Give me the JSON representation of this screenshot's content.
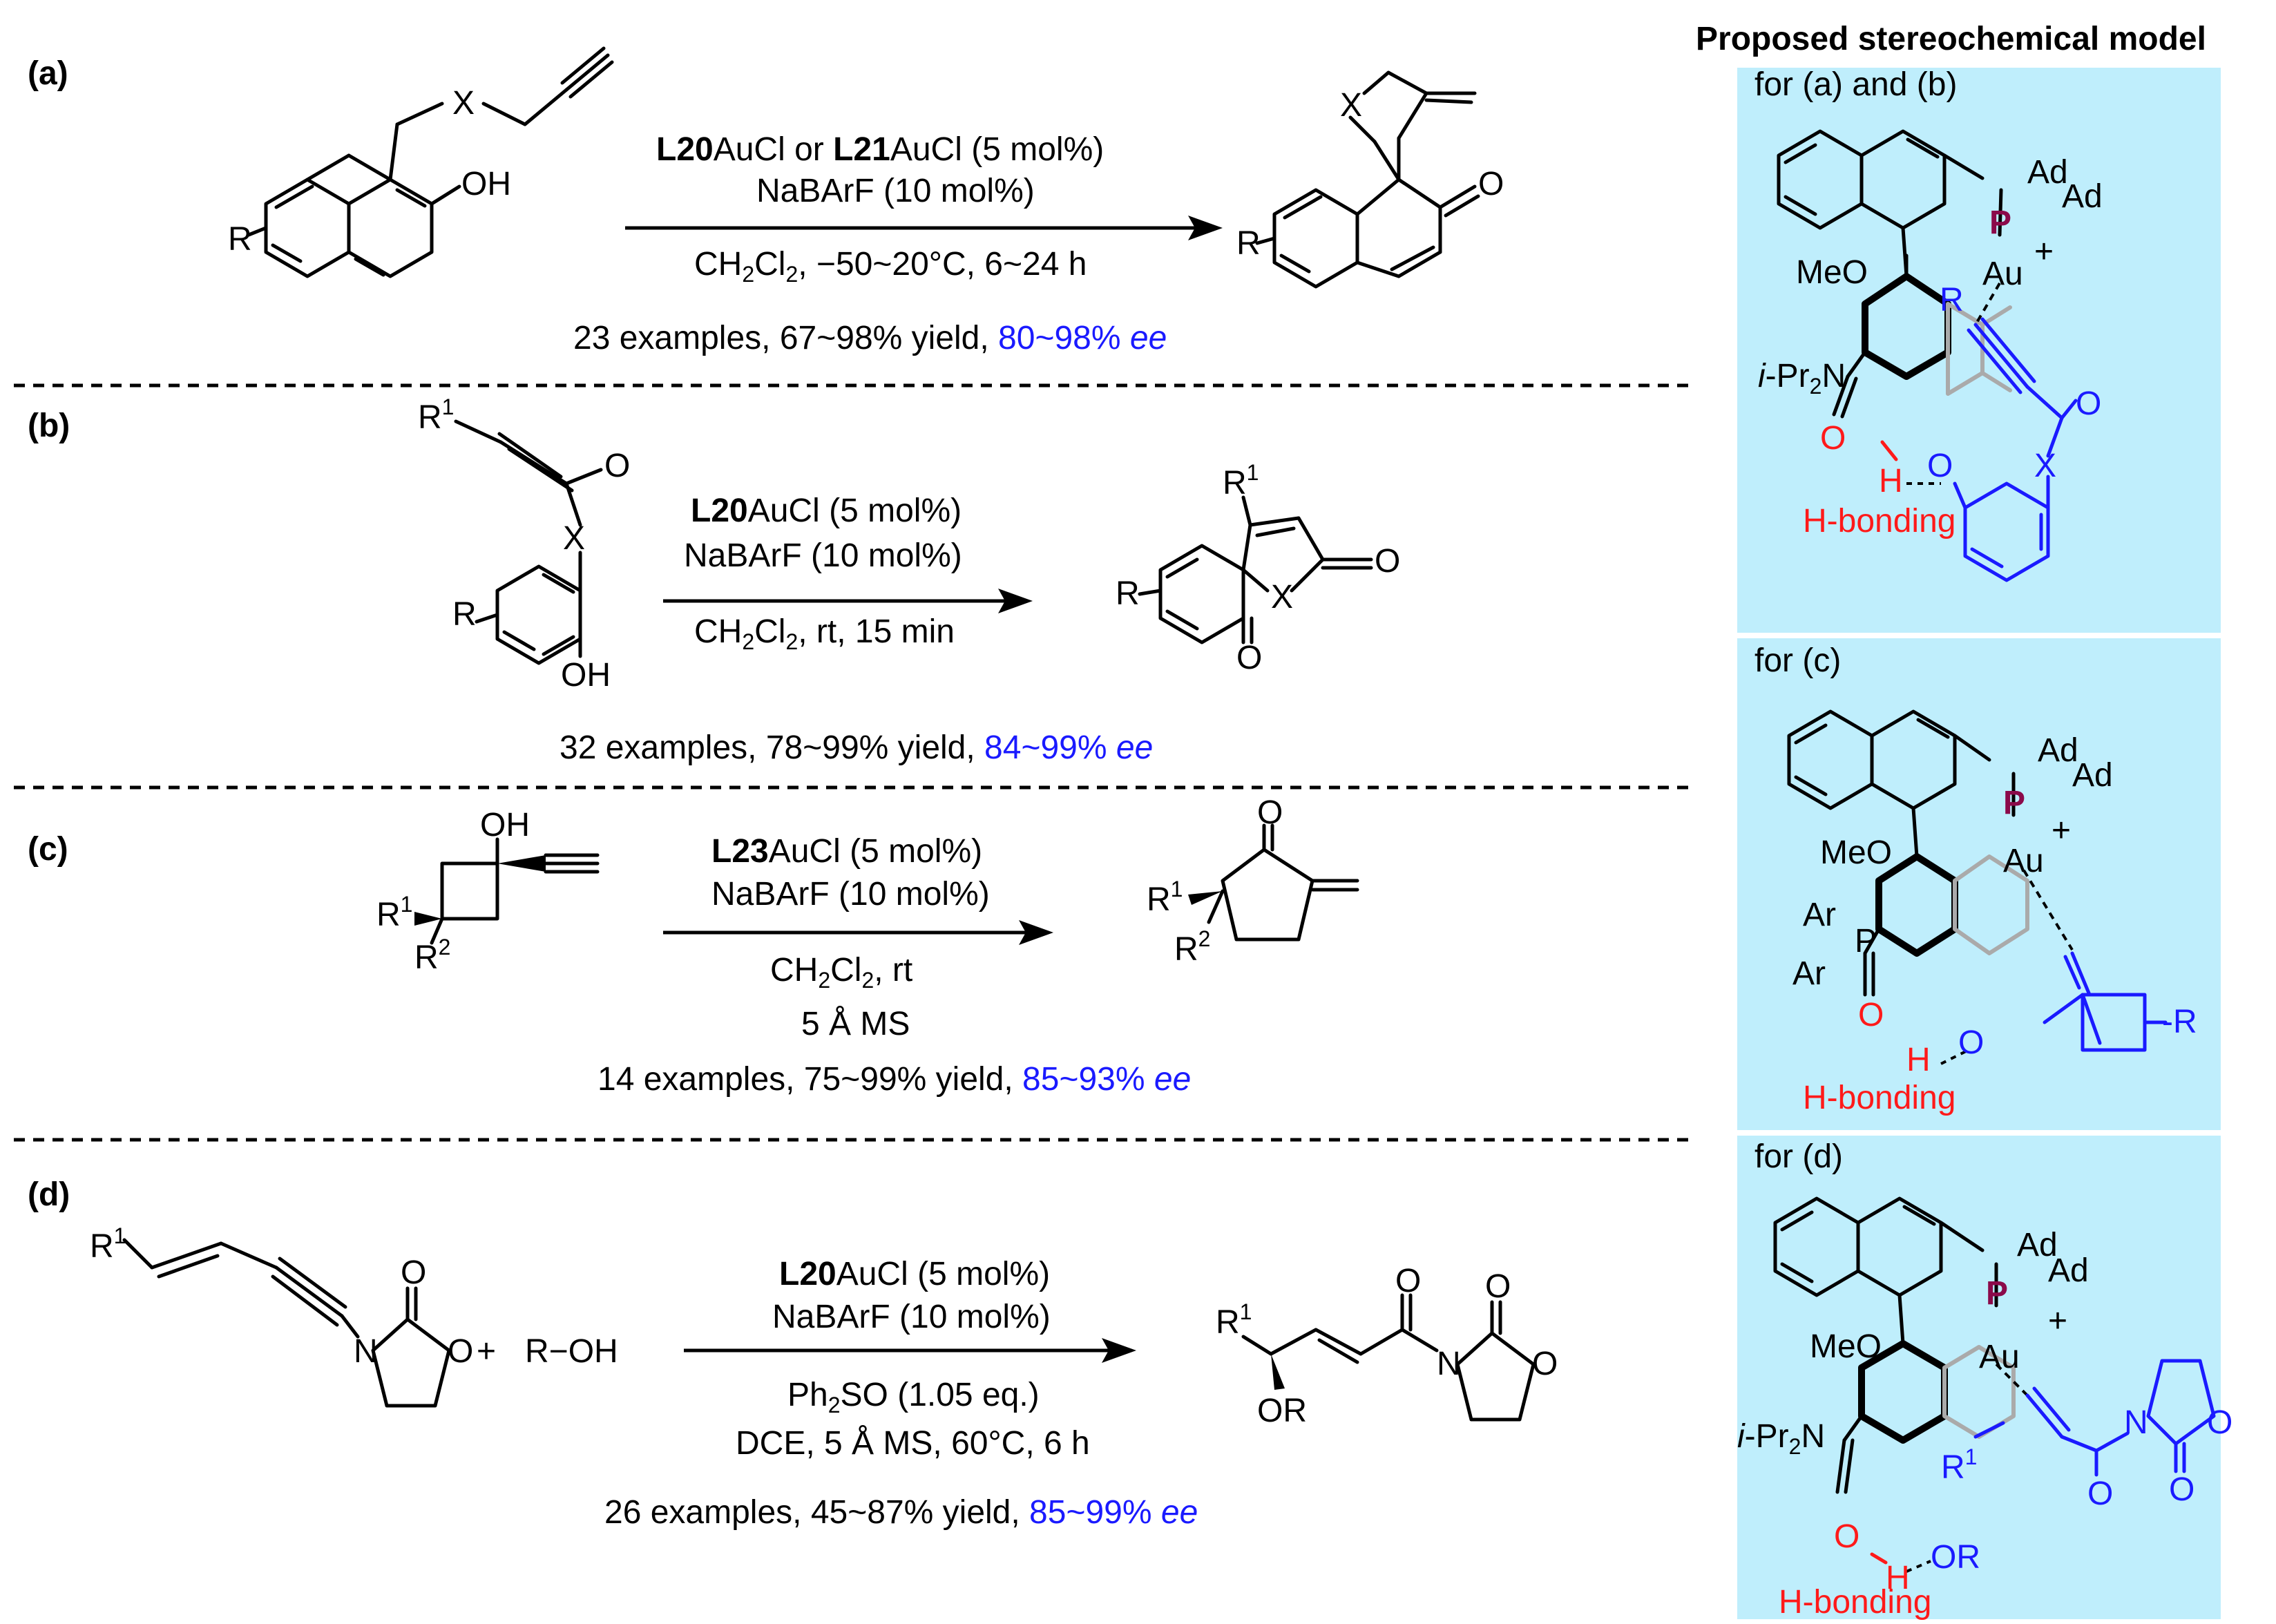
{
  "model_title": "Proposed stereochemical model",
  "panels": {
    "a": {
      "label": "(a)",
      "reagent_ligand_1": "L20",
      "reagent_mid": "AuCl or ",
      "reagent_ligand_2": "L21",
      "reagent_tail": "AuCl (5 mol%)",
      "additive": "NaBArF (10 mol%)",
      "cond_prefix": "CH",
      "cond_sub": "2",
      "cond_mid": "Cl",
      "cond_sub2": "2",
      "cond_tail": ", −50~20°C, 6~24 h",
      "result_text": "23 examples, 67~98% yield, ",
      "result_ee": "80~98% ",
      "ee": "ee"
    },
    "b": {
      "label": "(b)",
      "reagent_ligand": "L20",
      "reagent_tail": "AuCl (5 mol%)",
      "additive": "NaBArF (10 mol%)",
      "cond_tail": ", rt, 15 min",
      "result_text": "32 examples, 78~99% yield, ",
      "result_ee": "84~99% ",
      "ee": "ee"
    },
    "c": {
      "label": "(c)",
      "reagent_ligand": "L23",
      "reagent_tail": "AuCl (5 mol%)",
      "additive": "NaBArF (10 mol%)",
      "cond_tail": ", rt",
      "sieves": "5 Å MS",
      "result_text": "14 examples, 75~99% yield, ",
      "result_ee": "85~93% ",
      "ee": "ee"
    },
    "d": {
      "label": "(d)",
      "reagent_ligand": "L20",
      "reagent_tail": "AuCl (5 mol%)",
      "additive": "NaBArF (10 mol%)",
      "plus": "+",
      "alcohol": "R−OH",
      "oxidant": "Ph",
      "oxidant_sub": "2",
      "oxidant_tail": "SO (1.05 eq.)",
      "cond2": "DCE, 5 Å MS, 60°C, 6 h",
      "result_text": "26 examples, 45~87% yield, ",
      "result_ee": "85~99% ",
      "ee": "ee"
    }
  },
  "atoms": {
    "X": "X",
    "OH": "OH",
    "O": "O",
    "R": "R",
    "R1": "R",
    "R2": "R",
    "sup1": "1",
    "sup2": "2",
    "N": "N",
    "OR": "OR",
    "Ad": "Ad",
    "P": "P",
    "Au": "Au",
    "plus": "+",
    "MeO": "MeO",
    "iPr2N_i": "i",
    "iPr2N": "-Pr",
    "iPr2N_sub": "2",
    "iPr2N_N": "N",
    "H": "H",
    "Ar": "Ar",
    "neg_R": "-R"
  },
  "model_panels": [
    {
      "caption": "for (a) and (b)",
      "hbond": "H-bonding"
    },
    {
      "caption": "for (c)",
      "hbond": "H-bonding"
    },
    {
      "caption": "for (d)",
      "hbond": "H-bonding"
    }
  ],
  "colors": {
    "panel_bg": "#bfeefc",
    "ee_blue": "#1a1aff",
    "hbond_red": "#ff1a1a",
    "phosphorus": "#8b0a4a"
  }
}
